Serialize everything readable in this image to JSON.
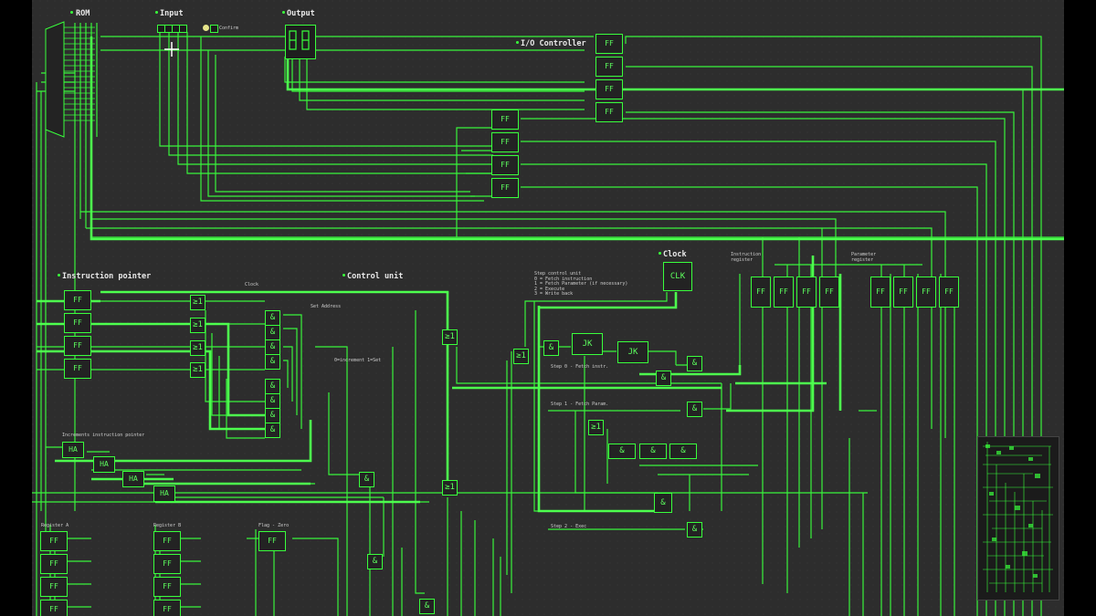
{
  "labels": {
    "rom": "ROM",
    "input": "Input",
    "output": "Output",
    "io_controller": "I/O Controller",
    "clock": "Clock",
    "instruction_register": "Instruction\nregister",
    "parameter_register": "Parameter\nregister",
    "instruction_pointer": "Instruction pointer",
    "control_unit": "Control unit",
    "increments_ip": "Increments instruction pointer",
    "register_a": "Register A",
    "register_b": "Register B",
    "flag_zero": "Flag - Zero",
    "confirm": "Confirm",
    "clock_small": "Clock",
    "set_address": "Set Address",
    "increment_set": "0=increment 1=Set",
    "step0": "Step 0 - Fetch instr.",
    "step1": "Step 1 - Fetch Param.",
    "step2": "Step 2 - Exec",
    "step_notes": "Step control unit\n0 = Fetch instruction\n1 = Fetch Parameter (if necessary)\n2 = Execute\n3 = Write back"
  },
  "components": {
    "ff": "FF",
    "or": "≥1",
    "and": "&",
    "ha": "HA",
    "jk": "JK",
    "clk": "CLK"
  },
  "colors": {
    "wire": "#39ff3c",
    "canvas": "#2d2d2d",
    "text": "#e9e9e9"
  }
}
